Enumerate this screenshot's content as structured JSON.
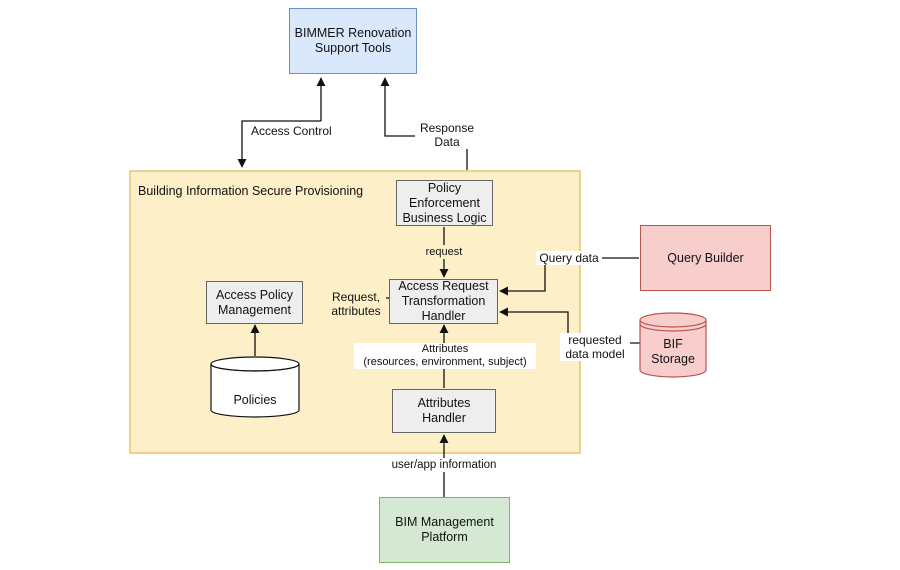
{
  "nodes": {
    "bimmer_tools": "BIMMER Renovation\nSupport Tools",
    "bisp_container": "Building Information Secure Provisioning",
    "policy_enforcement": "Policy\nEnforcement\nBusiness Logic",
    "access_request_handler": "Access Request\nTransformation\nHandler",
    "access_policy_management": "Access Policy\nManagement",
    "policies": "Policies",
    "attributes_handler": "Attributes\nHandler",
    "query_builder": "Query Builder",
    "bif_storage": "BIF\nStorage",
    "bim_platform": "BIM Management\nPlatform"
  },
  "edges": {
    "access_control": "Access Control",
    "response_data": "Response\nData",
    "request": "request",
    "query_data": "Query data",
    "request_attributes": "Request,\nattributes",
    "requested_data_model": "requested\ndata model",
    "attributes": "Attributes\n(resources, environment, subject)",
    "user_app_information": "user/app information"
  },
  "colors": {
    "blue_fill": "#dae8fc",
    "blue_stroke": "#6c8ebf",
    "container_fill": "#fdefc7",
    "container_stroke": "#e3b45a",
    "gray_fill": "#eeeeee",
    "gray_stroke": "#666666",
    "red_fill": "#f8cecc",
    "red_stroke": "#b85450",
    "green_fill": "#d5e8d4",
    "green_stroke": "#82b366"
  }
}
